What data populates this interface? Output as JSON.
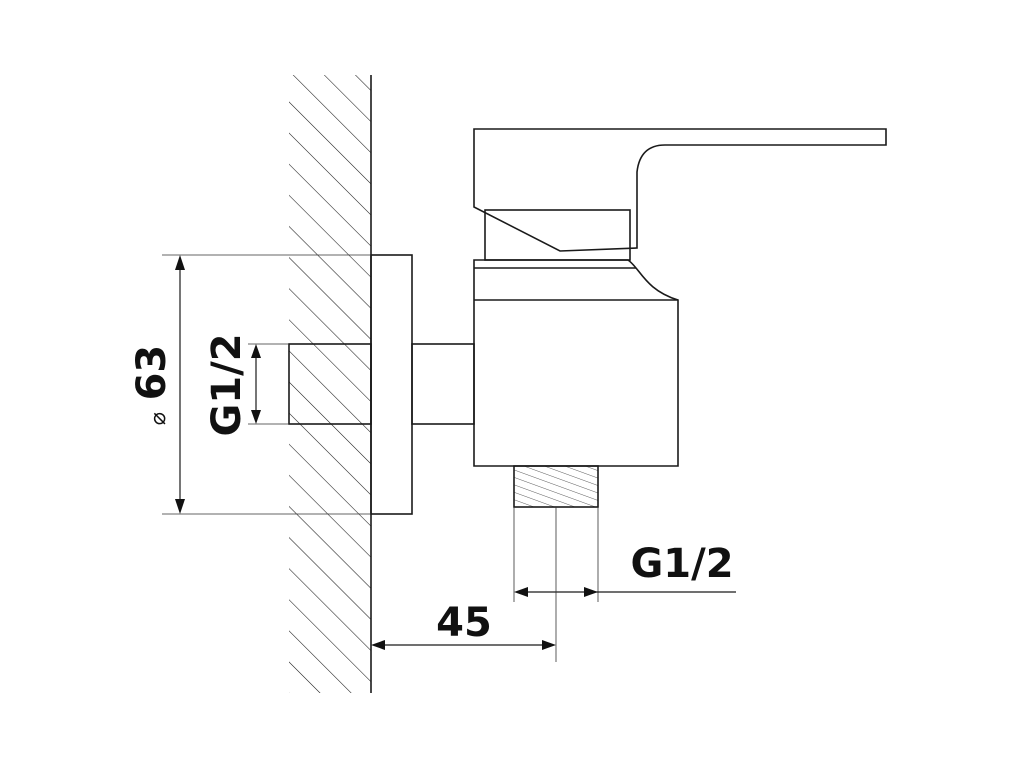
{
  "labels": {
    "diameter_symbol": "⌀",
    "diameter_value": "63",
    "wall_thread": "G1/2",
    "outlet_thread": "G1/2",
    "projection": "45"
  }
}
